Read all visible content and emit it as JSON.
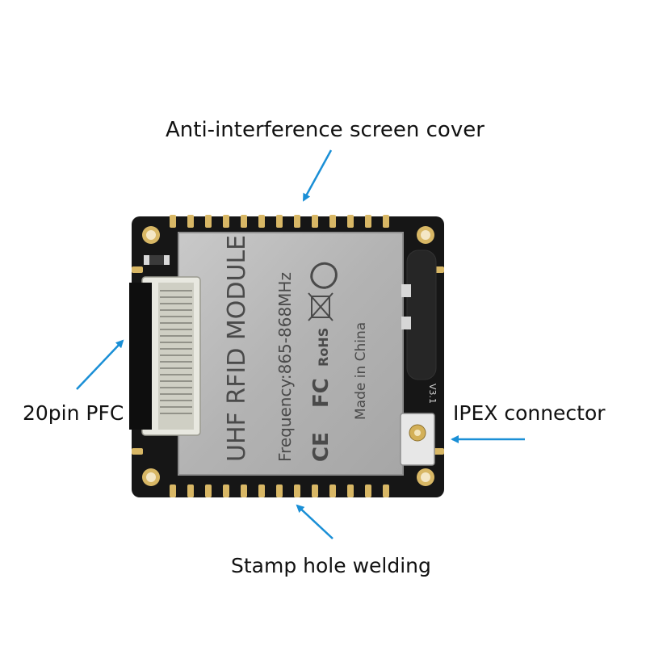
{
  "callouts": {
    "top": "Anti-interference screen cover",
    "left": "20pin PFC",
    "right": "IPEX connector",
    "bottom": "Stamp hole welding"
  },
  "module_shield": {
    "title": "UHF RFID MODULE",
    "frequency": "Frequency:865-868MHz",
    "origin": "Made in China",
    "cert_ce": "CE",
    "cert_fc": "FC",
    "cert_rohs": "RoHS",
    "version": "V3.1"
  },
  "colors": {
    "pcb": "#161616",
    "shield": "#b9b9b9",
    "pad": "#d8b765",
    "arrow": "#1a8fd6"
  },
  "icons": {
    "recycle": "recycle-icon",
    "weee": "crossed-bin-icon"
  }
}
